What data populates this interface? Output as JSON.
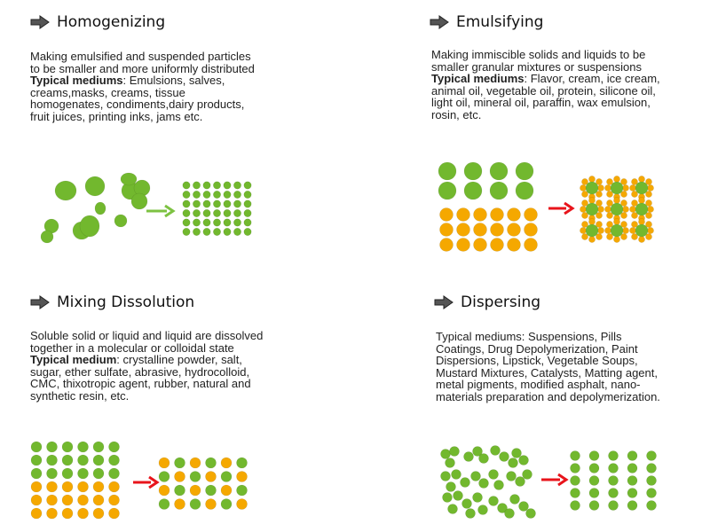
{
  "sections": [
    {
      "title": "Homogenizing",
      "description": "Making emulsified and suspended particles to be smaller and more uniformly distributed",
      "mediums_label": "Typical mediums",
      "mediums_text": ": Emulsions, salves, creams,masks, creams, tissue homogenates, condiments,dairy products, fruit juices, printing inks, jams etc.",
      "arrow_color": "#7dc242"
    },
    {
      "title": "Emulsifying",
      "description": "Making immiscible solids and liquids to be smaller granular mixtures or suspensions",
      "mediums_label": "Typical mediums",
      "mediums_text": ": Flavor, cream, ice cream, animal oil, vegetable oil, protein, silicone oil, light oil, mineral oil, paraffin, wax emulsion, rosin, etc.",
      "arrow_color": "#e8141b"
    },
    {
      "title": "Mixing Dissolution",
      "description": "Soluble solid or liquid and liquid are dissolved together in a molecular or colloidal state",
      "mediums_label": "Typical medium",
      "mediums_text": ": crystalline powder, salt, sugar, ether sulfate, abrasive, hydrocolloid, CMC, thixotropic agent, rubber, natural and synthetic resin, etc.",
      "arrow_color": "#e8141b"
    },
    {
      "title": "Dispersing",
      "description": "Typical mediums: Suspensions, Pills Coatings, Drug Depolymerization, Paint Dispersions, Lipstick, Vegetable Soups, Mustard Mixtures, Catalysts, Matting agent, metal pigments, modified asphalt, nano-materials preparation and depolymerization.",
      "mediums_label": "",
      "mediums_text": "",
      "arrow_color": "#e8141b"
    }
  ],
  "colors": {
    "green": "#72b82e",
    "orange": "#f5a800",
    "heading_arrow": "#333333"
  },
  "icons": {
    "heading": "right-arrow-icon"
  }
}
